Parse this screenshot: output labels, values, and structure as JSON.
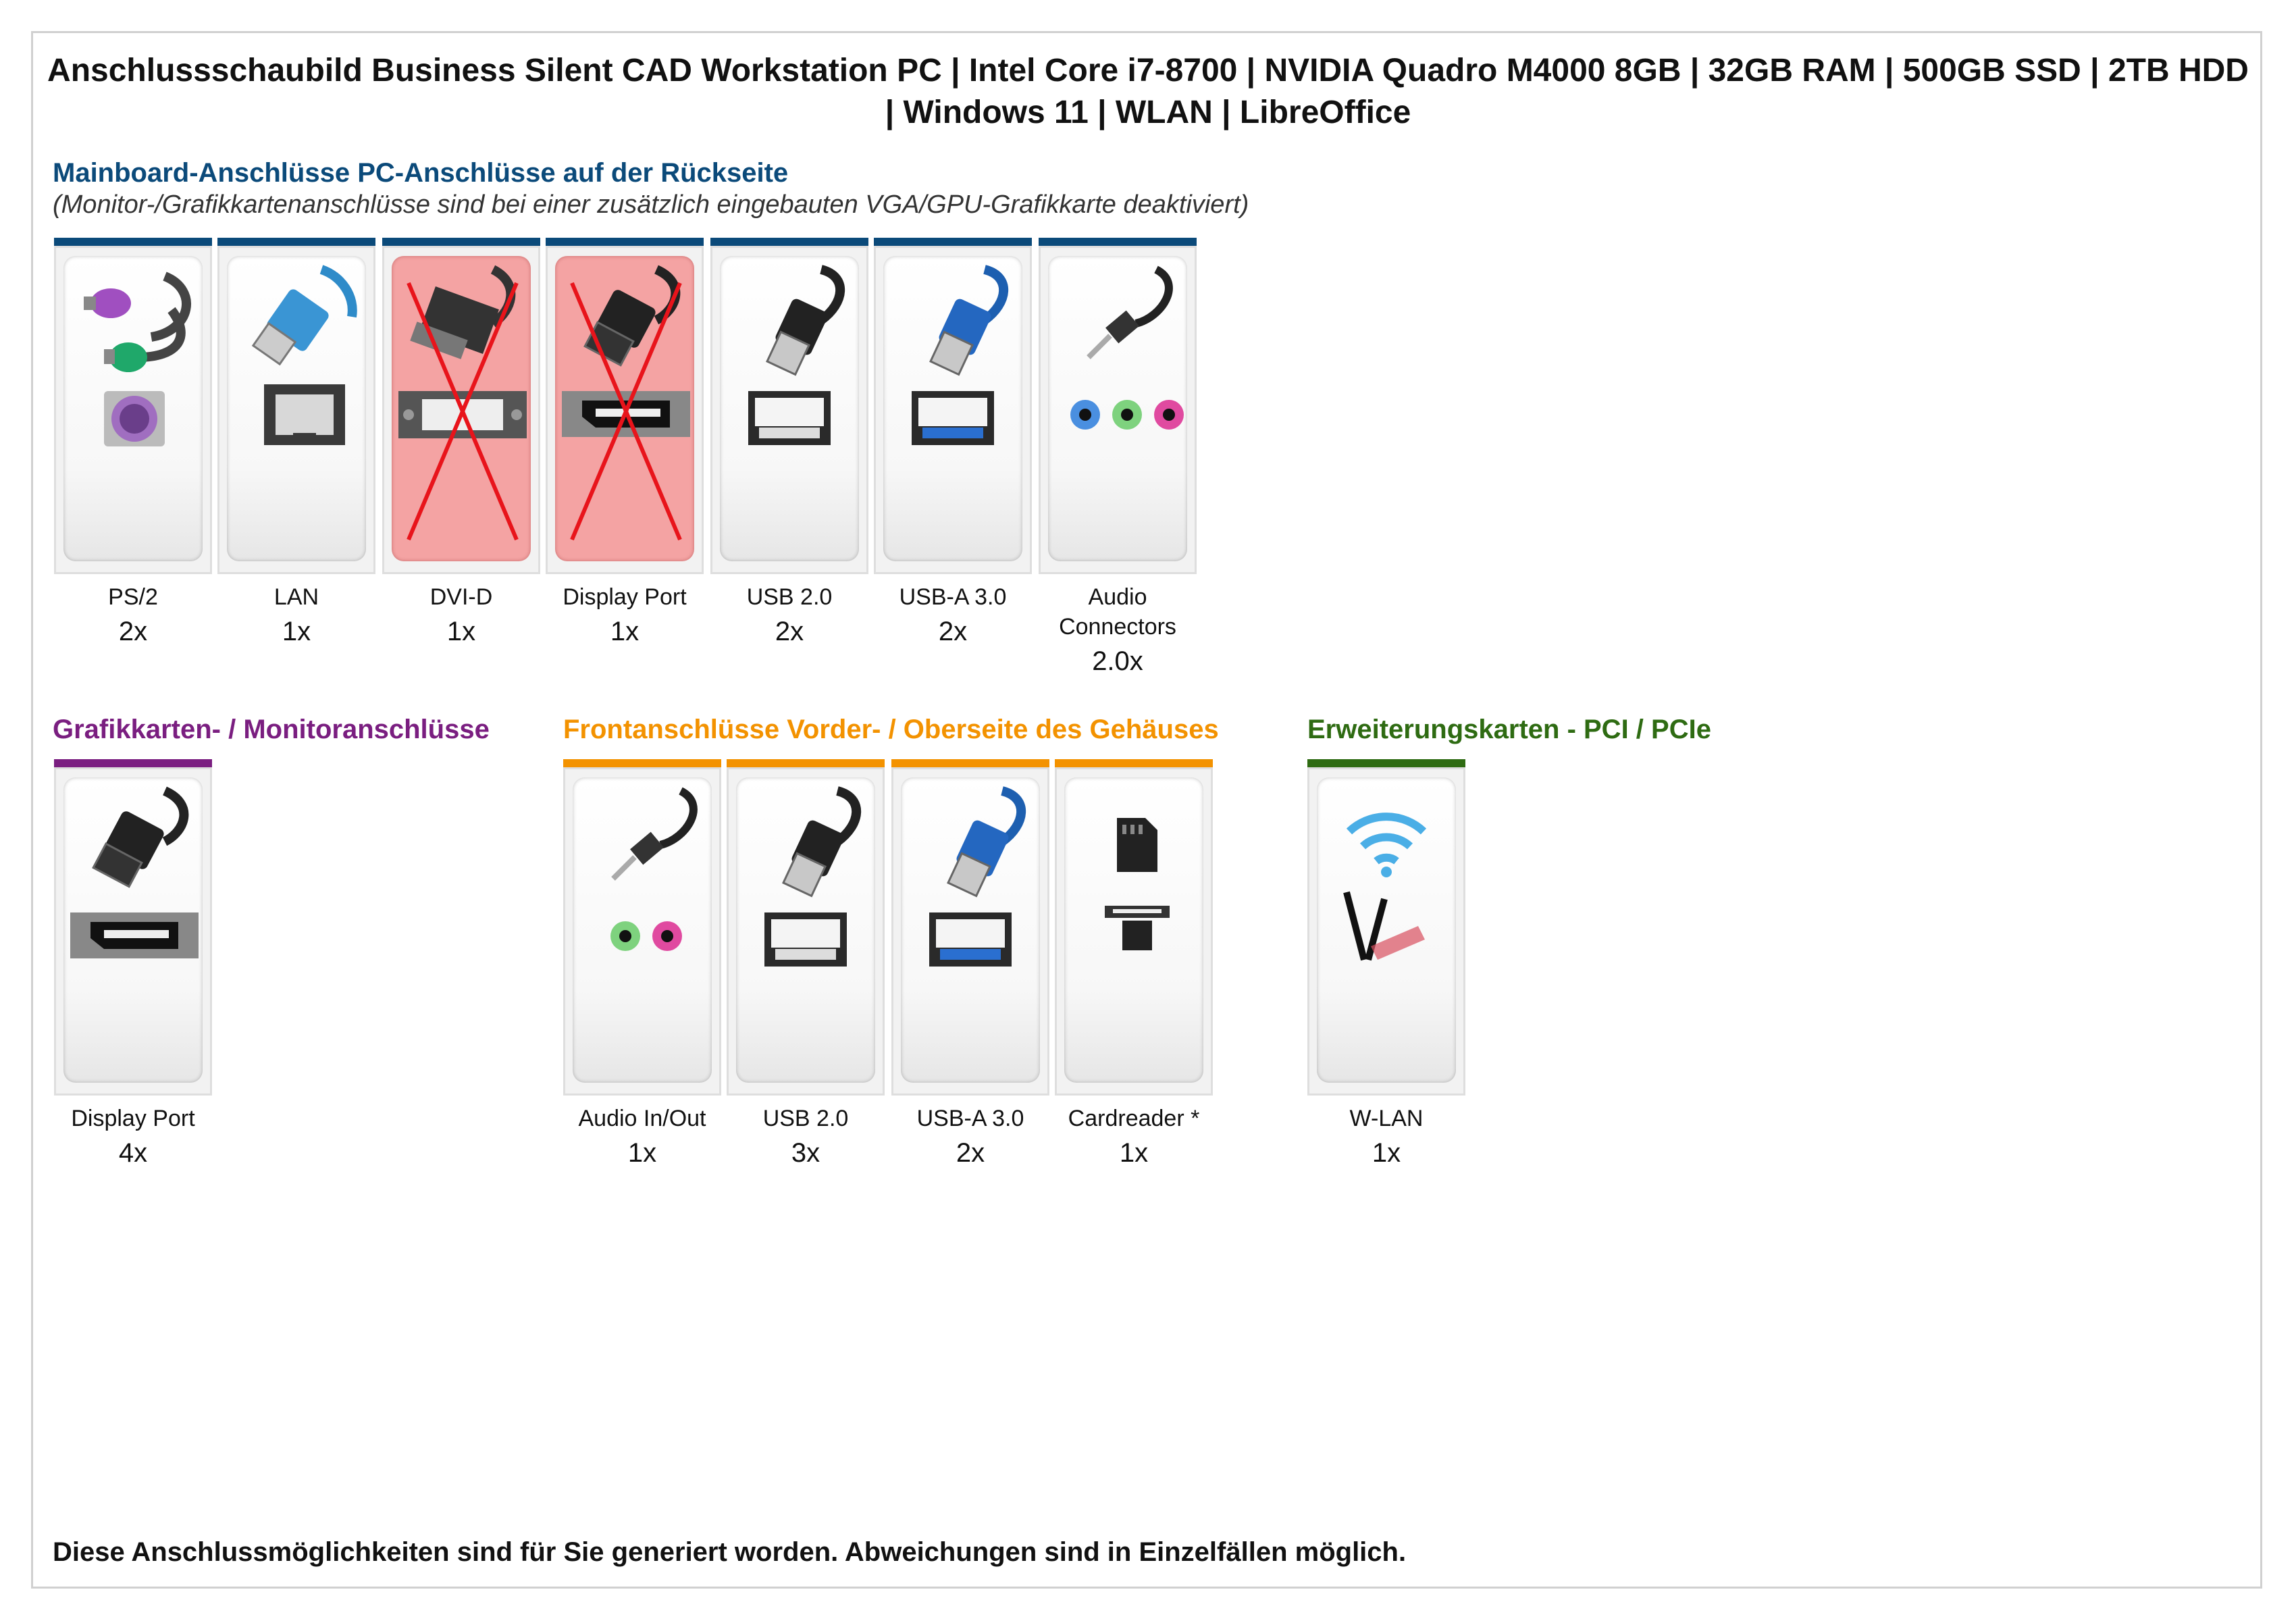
{
  "title": "Anschlussschaubild Business Silent CAD Workstation PC | Intel Core i7-8700 | NVIDIA Quadro M4000 8GB | 32GB RAM | 500GB SSD | 2TB HDD | Windows 11 | WLAN | LibreOffice",
  "colors": {
    "mainboard": "#0b4a7a",
    "grafik": "#7a1e80",
    "front": "#f39200",
    "erweiterung": "#2e6b12"
  },
  "sections": {
    "mainboard": {
      "heading": "Mainboard-Anschlüsse PC-Anschlüsse auf der Rückseite",
      "note": "(Monitor-/Grafikkartenanschlüsse sind bei einer zusätzlich eingebauten VGA/GPU-Grafikkarte deaktiviert)",
      "ports": [
        {
          "label": "PS/2",
          "count": "2x",
          "icon": "ps2-icon"
        },
        {
          "label": "LAN",
          "count": "1x",
          "icon": "lan-icon"
        },
        {
          "label": "DVI-D",
          "count": "1x",
          "icon": "dvi-icon",
          "disabled": true
        },
        {
          "label": "Display Port",
          "count": "1x",
          "icon": "displayport-icon",
          "disabled": true
        },
        {
          "label": "USB 2.0",
          "count": "2x",
          "icon": "usb2-icon"
        },
        {
          "label": "USB-A 3.0",
          "count": "2x",
          "icon": "usb3-icon"
        },
        {
          "label": "Audio\nConnectors",
          "count": "2.0x",
          "icon": "audio-icon"
        }
      ]
    },
    "grafik": {
      "heading": "Grafikkarten- / Monitoranschlüsse",
      "ports": [
        {
          "label": "Display Port",
          "count": "4x",
          "icon": "displayport-icon"
        }
      ]
    },
    "front": {
      "heading": "Frontanschlüsse Vorder- / Oberseite des Gehäuses",
      "ports": [
        {
          "label": "Audio In/Out",
          "count": "1x",
          "icon": "audio-inout-icon"
        },
        {
          "label": "USB 2.0",
          "count": "3x",
          "icon": "usb2-icon"
        },
        {
          "label": "USB-A 3.0",
          "count": "2x",
          "icon": "usb3-icon"
        },
        {
          "label": "Cardreader *",
          "count": "1x",
          "icon": "cardreader-icon"
        }
      ]
    },
    "erweiterung": {
      "heading": "Erweiterungskarten - PCI / PCIe",
      "ports": [
        {
          "label": "W-LAN",
          "count": "1x",
          "icon": "wlan-icon"
        }
      ]
    }
  },
  "footer": "Diese Anschlussmöglichkeiten sind für Sie generiert worden. Abweichungen sind in Einzelfällen möglich."
}
